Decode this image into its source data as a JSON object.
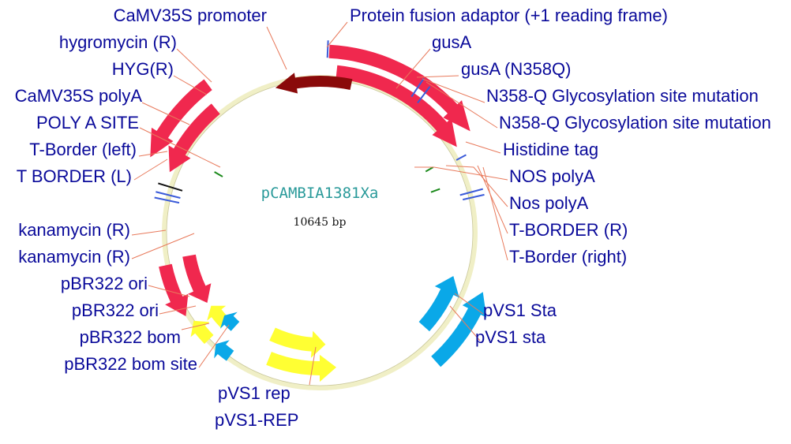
{
  "plasmid": {
    "name": "pCAMBIA1381Xa",
    "size_label": "10645 bp"
  },
  "colors": {
    "backbone": "#f0efc6",
    "backbone_edge": "#c9c79a",
    "red_feature": "#f0284e",
    "promoter": "#8a0a0a",
    "pbr": "#ffff33",
    "pvs1_sta": "#0aa8e8",
    "pvs1_rep": "#ffff33",
    "tick_blue": "#3b5bd9",
    "tick_green": "#1c8a1c",
    "tick_black": "#111111",
    "label_text": "#0a0a9a",
    "leader": "#e87a5c"
  },
  "labels": {
    "camv35s_promoter": "CaMV35S promoter",
    "protein_fusion_adaptor": "Protein fusion adaptor (+1 reading frame)",
    "hygromycin_r": "hygromycin (R)",
    "gusA": "gusA",
    "hyg_r": "HYG(R)",
    "gusA_n358q": "gusA (N358Q)",
    "camv35s_polya": "CaMV35S polyA",
    "n358q_mut_1": "N358-Q Glycosylation site mutation",
    "poly_a_site": "POLY A SITE",
    "n358q_mut_2": "N358-Q Glycosylation site mutation",
    "t_border_left": "T-Border (left)",
    "histidine_tag": "Histidine tag",
    "t_border_l": "T BORDER (L)",
    "nos_polya_upper": "NOS polyA",
    "nos_polya_lower": "Nos polyA",
    "t_border_r": "T-BORDER (R)",
    "kanamycin_r_1": "kanamycin (R)",
    "t_border_right": "T-Border (right)",
    "kanamycin_r_2": "kanamycin (R)",
    "pbr322_ori_1": "pBR322 ori",
    "pbr322_ori_2": "pBR322 ori",
    "pvs1_sta_1": "pVS1 Sta",
    "pbr322_bom": "pBR322 bom",
    "pvs1_sta_2": "pVS1 sta",
    "pbr322_bom_site": "pBR322 bom site",
    "pvs1_rep": "pVS1 rep",
    "pvs1_rep_upper": "pVS1-REP"
  }
}
